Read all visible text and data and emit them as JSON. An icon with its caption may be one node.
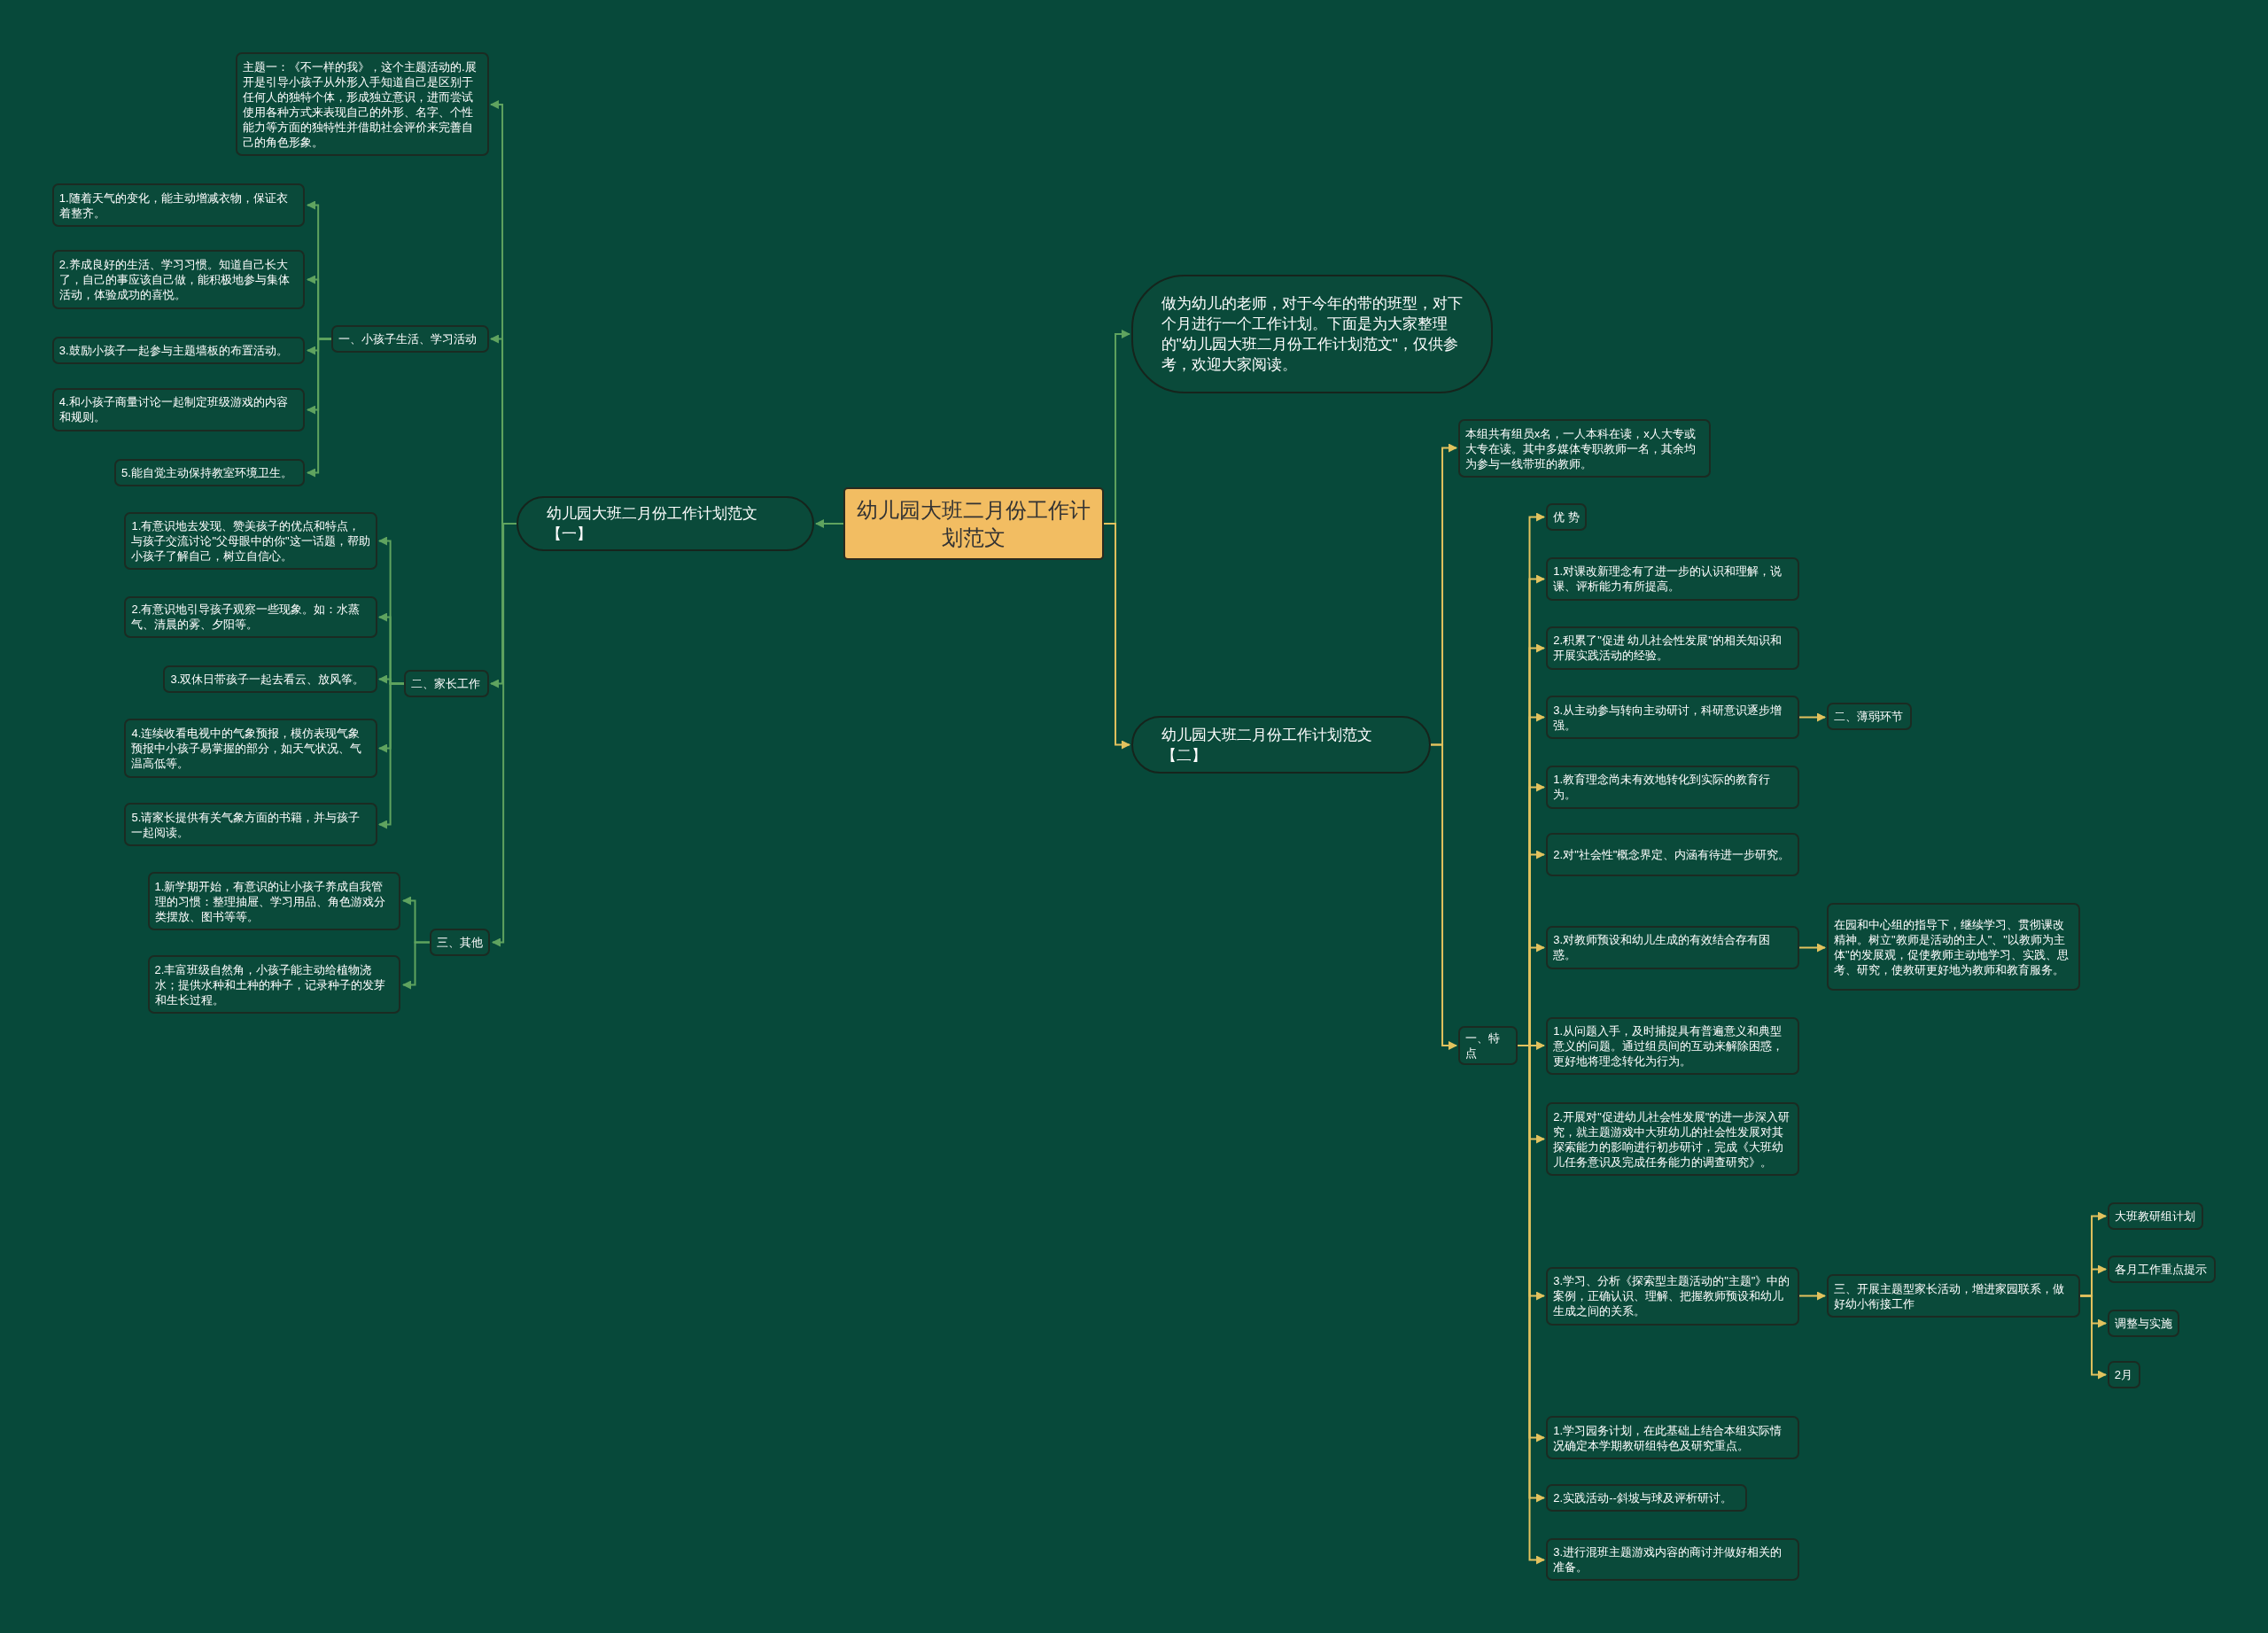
{
  "diagram": {
    "nodes": [
      {
        "text": [
          "幼儿园大班二月份工作计划范文"
        ]
      },
      {
        "text": [
          "幼儿园大班二月份工作计划范文【一】"
        ]
      },
      {
        "text": [
          "做为幼儿的老师，对于今年的带的班型，对下个月进行一个工作计划。下面是为大家整理的\"幼儿园大班二月份工作计划范文\"，仅供参考，欢迎大家阅读。"
        ]
      },
      {
        "text": [
          "幼儿园大班二月份工作计划范文【二】"
        ]
      },
      {
        "text": [
          "主题一：《不一样的我》，这个主题活动的.展开是引导小孩子从外形入手知道自己是区别于任何人的独特个体，形成独立意识，进而尝试使用各种方式来表现自己的外形、名字、个性能力等方面的独特性并借助社会评价来完善自己的角色形象。"
        ]
      },
      {
        "text": [
          "一、小孩子生活、学习活动"
        ]
      },
      {
        "text": [
          "1.随着天气的变化，能主动增减衣物，保证衣着整齐。"
        ]
      },
      {
        "text": [
          "2.养成良好的生活、学习习惯。知道自己长大了，自己的事应该自己做，能积极地参与集体活动，体验成功的喜悦。"
        ]
      },
      {
        "text": [
          "3.鼓励小孩子一起参与主题墙板的布置活动。"
        ]
      },
      {
        "text": [
          "4.和小孩子商量讨论一起制定班级游戏的内容和规则。"
        ]
      },
      {
        "text": [
          "5.能自觉主动保持教室环境卫生。"
        ]
      },
      {
        "text": [
          "二、家长工作"
        ]
      },
      {
        "text": [
          "1.有意识地去发现、赞美孩子的优点和特点，与孩子交流讨论\"父母眼中的你\"这一话题，帮助小孩子了解自己，树立自信心。"
        ]
      },
      {
        "text": [
          "2.有意识地引导孩子观察一些现象。如：水蒸气、清晨的雾、夕阳等。"
        ]
      },
      {
        "text": [
          "3.双休日带孩子一起去看云、放风筝。"
        ]
      },
      {
        "text": [
          "4.连续收看电视中的气象预报，模仿表现气象预报中小孩子易掌握的部分，如天气状况、气温高低等。"
        ]
      },
      {
        "text": [
          "5.请家长提供有关气象方面的书籍，并与孩子一起阅读。"
        ]
      },
      {
        "text": [
          "三、其他"
        ]
      },
      {
        "text": [
          "1.新学期开始，有意识的让小孩子养成自我管理的习惯：整理抽屉、学习用品、角色游戏分类摆放、图书等等。"
        ]
      },
      {
        "text": [
          "2.丰富班级自然角，小孩子能主动给植物浇水；提供水种和土种的种子，记录种子的发芽和生长过程。"
        ]
      },
      {
        "text": [
          "本组共有组员x名，一人本科在读，x人大专或大专在读。其中多媒体专职教师一名，其余均为参与一线带班的教师。"
        ]
      },
      {
        "text": [
          "一、特点"
        ]
      },
      {
        "text": [
          "优 势"
        ]
      },
      {
        "text": [
          "1.对课改新理念有了进一步的认识和理解，说课、评析能力有所提高。"
        ]
      },
      {
        "text": [
          "2.积累了\"促进 幼儿社会性发展\"的相关知识和开展实践活动的经验。"
        ]
      },
      {
        "text": [
          "3.从主动参与转向主动研讨，科研意识逐步增强。"
        ]
      },
      {
        "text": [
          "二、薄弱环节"
        ]
      },
      {
        "text": [
          "1.教育理念尚未有效地转化到实际的教育行为。"
        ]
      },
      {
        "text": [
          "2.对\"社会性\"概念界定、内涵有待进一步研究。"
        ]
      },
      {
        "text": [
          "3.对教师预设和幼儿生成的有效结合存有困惑。"
        ]
      },
      {
        "text": [
          "在园和中心组的指导下，继续学习、贯彻课改精神。树立\"教师是活动的主人\"、\"以教师为主体\"的发展观，促使教师主动地学习、实践、思考、研究，使教研更好地为教师和教育服务。"
        ]
      },
      {
        "text": [
          "1.从问题入手，及时捕捉具有普遍意义和典型意义的问题。通过组员间的互动来解除困惑，更好地将理念转化为行为。"
        ]
      },
      {
        "text": [
          "2.开展对\"促进幼儿社会性发展\"的进一步深入研究，就主题游戏中大班幼儿的社会性发展对其探索能力的影响进行初步研讨，完成《大班幼儿任务意识及完成任务能力的调查研究》。"
        ]
      },
      {
        "text": [
          "3.学习、分析《探索型主题活动的\"主题\"》中的案例，正确认识、理解、把握教师预设和幼儿生成之间的关系。"
        ]
      },
      {
        "text": [
          "三、开展主题型家长活动，增进家园联系，做好幼小衔接工作"
        ]
      },
      {
        "text": [
          "大班教研组计划"
        ]
      },
      {
        "text": [
          "各月工作重点提示"
        ]
      },
      {
        "text": [
          "调整与实施"
        ]
      },
      {
        "text": [
          "2月"
        ]
      },
      {
        "text": [
          "1.学习园务计划，在此基础上结合本组实际情况确定本学期教研组特色及研究重点。"
        ]
      },
      {
        "text": [
          "2.实践活动--斜坡与球及评析研讨。"
        ]
      },
      {
        "text": [
          "3.进行混班主题游戏内容的商讨并做好相关的准备。"
        ]
      }
    ],
    "edges": [
      {
        "from": 0,
        "to": 1,
        "arrow": "to",
        "color": "#5fa35f"
      },
      {
        "from": 0,
        "to": 2,
        "arrow": "to",
        "color": "#5fa35f"
      },
      {
        "from": 0,
        "to": 3,
        "arrow": "to"
      },
      {
        "from": 1,
        "to": 4,
        "arrow": "to",
        "color": "#5fa35f"
      },
      {
        "from": 1,
        "to": 5,
        "arrow": "to",
        "color": "#5fa35f"
      },
      {
        "from": 5,
        "to": 6,
        "arrow": "to",
        "color": "#5fa35f"
      },
      {
        "from": 5,
        "to": 7,
        "arrow": "to",
        "color": "#5fa35f"
      },
      {
        "from": 5,
        "to": 8,
        "arrow": "to",
        "color": "#5fa35f"
      },
      {
        "from": 5,
        "to": 9,
        "arrow": "to",
        "color": "#5fa35f"
      },
      {
        "from": 5,
        "to": 10,
        "arrow": "to",
        "color": "#5fa35f"
      },
      {
        "from": 1,
        "to": 11,
        "arrow": "to",
        "color": "#5fa35f"
      },
      {
        "from": 11,
        "to": 12,
        "arrow": "to",
        "color": "#5fa35f"
      },
      {
        "from": 11,
        "to": 13,
        "arrow": "to",
        "color": "#5fa35f"
      },
      {
        "from": 11,
        "to": 14,
        "arrow": "to",
        "color": "#5fa35f"
      },
      {
        "from": 11,
        "to": 15,
        "arrow": "to",
        "color": "#5fa35f"
      },
      {
        "from": 11,
        "to": 16,
        "arrow": "to",
        "color": "#5fa35f"
      },
      {
        "from": 1,
        "to": 17,
        "arrow": "to",
        "color": "#5fa35f"
      },
      {
        "from": 17,
        "to": 18,
        "arrow": "to",
        "color": "#5fa35f"
      },
      {
        "from": 17,
        "to": 19,
        "arrow": "to",
        "color": "#5fa35f"
      },
      {
        "from": 3,
        "to": 20,
        "arrow": "to"
      },
      {
        "from": 3,
        "to": 21,
        "arrow": "to"
      },
      {
        "from": 21,
        "to": 22,
        "arrow": "to"
      },
      {
        "from": 21,
        "to": 23,
        "arrow": "to"
      },
      {
        "from": 21,
        "to": 24,
        "arrow": "to"
      },
      {
        "from": 21,
        "to": 25,
        "arrow": "to"
      },
      {
        "from": 25,
        "to": 26,
        "arrow": "to"
      },
      {
        "from": 21,
        "to": 27,
        "arrow": "to"
      },
      {
        "from": 21,
        "to": 28,
        "arrow": "to"
      },
      {
        "from": 21,
        "to": 29,
        "arrow": "to"
      },
      {
        "from": 29,
        "to": 30,
        "arrow": "to"
      },
      {
        "from": 21,
        "to": 31,
        "arrow": "to"
      },
      {
        "from": 21,
        "to": 32,
        "arrow": "to"
      },
      {
        "from": 21,
        "to": 33,
        "arrow": "to"
      },
      {
        "from": 33,
        "to": 34,
        "arrow": "to"
      },
      {
        "from": 34,
        "to": 35,
        "arrow": "to"
      },
      {
        "from": 34,
        "to": 36,
        "arrow": "to"
      },
      {
        "from": 34,
        "to": 37,
        "arrow": "to"
      },
      {
        "from": 34,
        "to": 38,
        "arrow": "to"
      },
      {
        "from": 21,
        "to": 39,
        "arrow": "to"
      },
      {
        "from": 21,
        "to": 40,
        "arrow": "to"
      },
      {
        "from": 21,
        "to": 41,
        "arrow": "to"
      }
    ]
  }
}
